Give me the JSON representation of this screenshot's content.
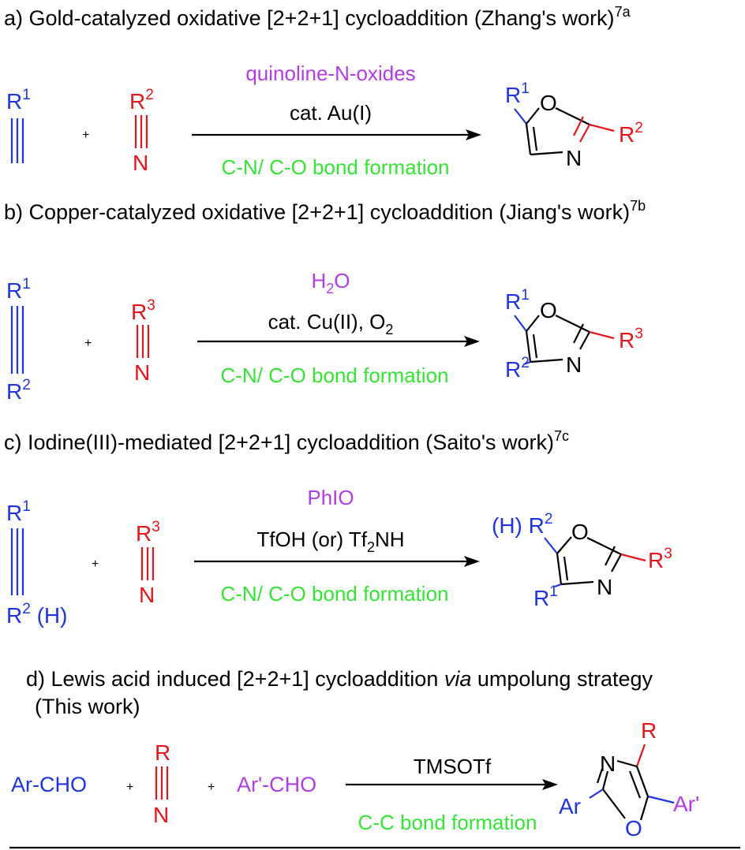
{
  "sections": [
    {
      "heading": "a) Gold-catalyzed oxidative [2+2+1] cycloaddition (Zhang's work)",
      "ref": "7a",
      "alkyne_top": "R",
      "alkyne_top_sup": "1",
      "plus": "+",
      "nitrile_r": "R",
      "nitrile_r_sup": "2",
      "nitrile_n": "N",
      "reagent_above": "quinoline-N-oxides",
      "reagent_mid": "cat. Au(I)",
      "bond_label": "C-N/ C-O bond formation",
      "prod_r_top": "R",
      "prod_r_top_sup": "1",
      "prod_o": "O",
      "prod_n": "N",
      "prod_r_right": "R",
      "prod_r_right_sup": "2"
    },
    {
      "heading": "b) Copper-catalyzed oxidative [2+2+1] cycloaddition (Jiang's work)",
      "ref": "7b",
      "alkyne_top": "R",
      "alkyne_top_sup": "1",
      "alkyne_bot": "R",
      "alkyne_bot_sup": "2",
      "plus": "+",
      "nitrile_r": "R",
      "nitrile_r_sup": "3",
      "nitrile_n": "N",
      "reagent_above": "H",
      "reagent_above_sub": "2",
      "reagent_above_tail": "O",
      "reagent_mid": "cat. Cu(II), O",
      "reagent_mid_sub": "2",
      "bond_label": "C-N/ C-O bond formation",
      "prod_r_top": "R",
      "prod_r_top_sup": "1",
      "prod_r_bot": "R",
      "prod_r_bot_sup": "2",
      "prod_o": "O",
      "prod_n": "N",
      "prod_r_right": "R",
      "prod_r_right_sup": "3"
    },
    {
      "heading": "c) Iodine(III)-mediated [2+2+1] cycloaddition (Saito's work)",
      "ref": "7c",
      "alkyne_top": "R",
      "alkyne_top_sup": "1",
      "alkyne_bot": "R",
      "alkyne_bot_sup": "2",
      "alkyne_bot_tail": " (H)",
      "plus": "+",
      "nitrile_r": "R",
      "nitrile_r_sup": "3",
      "nitrile_n": "N",
      "reagent_above": "PhIO",
      "reagent_mid": "TfOH (or) Tf",
      "reagent_mid_sub": "2",
      "reagent_mid_tail": "NH",
      "bond_label": "C-N/ C-O bond formation",
      "prod_r_top_pre": "(H) ",
      "prod_r_top": "R",
      "prod_r_top_sup": "2",
      "prod_r_bot": "R",
      "prod_r_bot_sup": "1",
      "prod_o": "O",
      "prod_n": "N",
      "prod_r_right": "R",
      "prod_r_right_sup": "3"
    },
    {
      "heading_pre": "d) Lewis acid induced [2+2+1] cycloaddition ",
      "heading_italic": "via",
      "heading_post": " umpolung strategy",
      "heading_line2": "(This work)",
      "reactant1": "Ar-CHO",
      "plus1": "+",
      "nitrile_r": "R",
      "nitrile_n": "N",
      "plus2": "+",
      "reactant3": "Ar'-CHO",
      "reagent_above": "TMSOTf",
      "bond_label": "C-C bond formation",
      "prod_r": "R",
      "prod_n": "N",
      "prod_o": "O",
      "prod_ar": "Ar",
      "prod_ar2": "Ar'"
    }
  ]
}
